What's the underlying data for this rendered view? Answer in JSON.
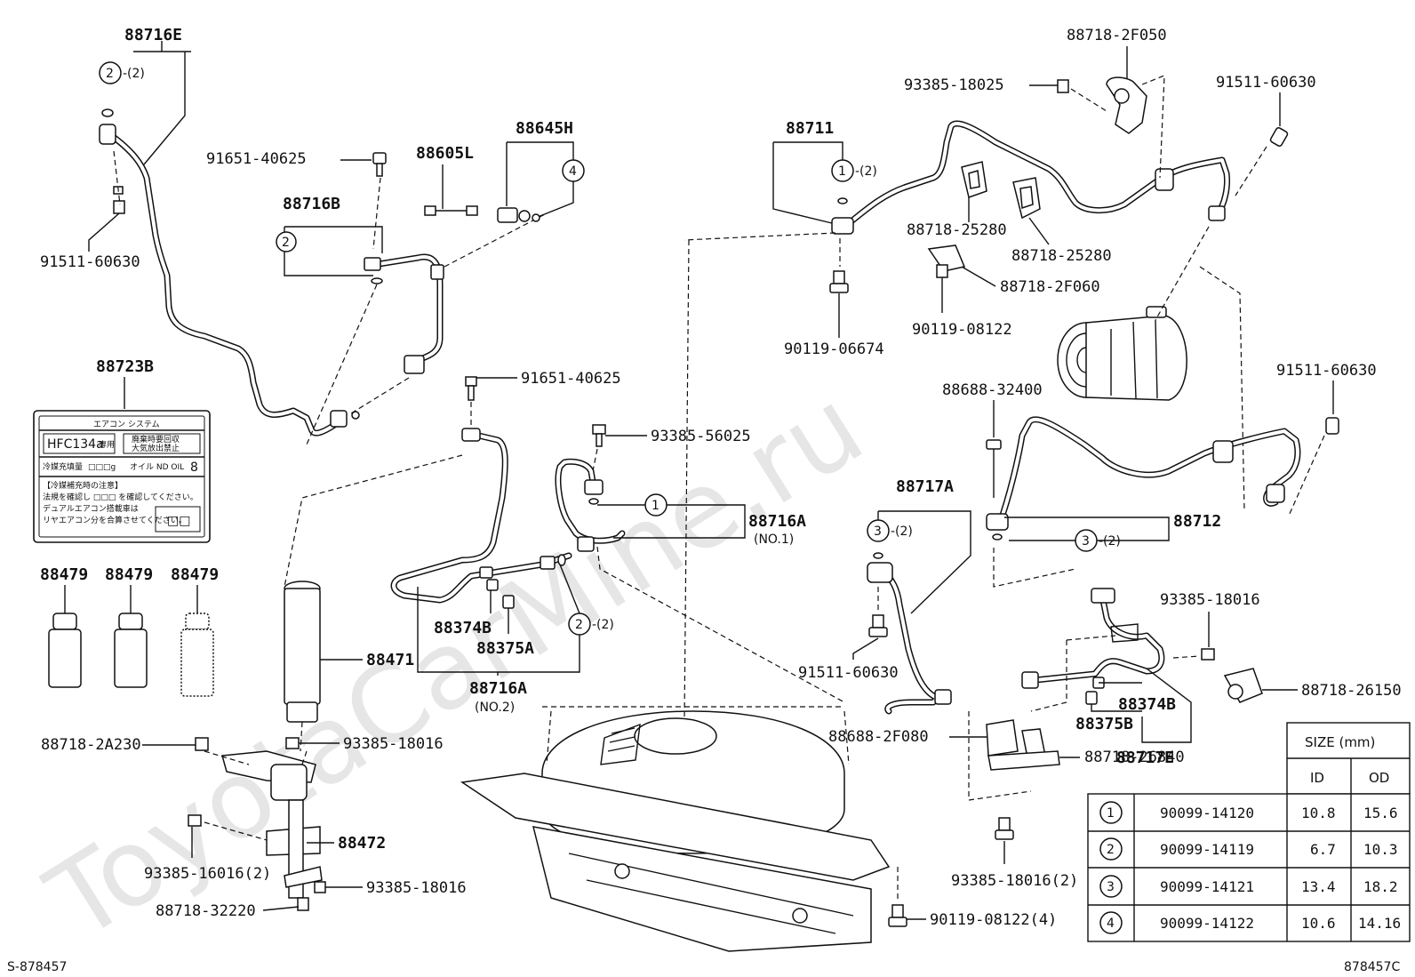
{
  "watermark": "ToyotaCarMine.ru",
  "footer": {
    "left": "S-878457",
    "right": "878457C"
  },
  "labels": {
    "p88716E": "88716E",
    "p91511_60630_a": "91511-60630",
    "p91651_40625_a": "91651-40625",
    "p88605L": "88605L",
    "p88645H": "88645H",
    "p88716B": "88716B",
    "p88723B": "88723B",
    "p91651_40625_b": "91651-40625",
    "p93385_56025": "93385-56025",
    "p88716A_1": "88716A",
    "p88716A_1_sub": "(NO.1)",
    "p88374B_a": "88374B",
    "p88375A": "88375A",
    "p88716A_2": "88716A",
    "p88716A_2_sub": "(NO.2)",
    "p88479_1": "88479",
    "p88479_2": "88479",
    "p88479_3": "88479",
    "p88471": "88471",
    "p88718_2A230": "88718-2A230",
    "p93385_18016_a": "93385-18016",
    "p88472": "88472",
    "p93385_16016": "93385-16016(2)",
    "p93385_18016_b": "93385-18016",
    "p88718_32220": "88718-32220",
    "p88711": "88711",
    "p90119_06674": "90119-06674",
    "p93385_18025": "93385-18025",
    "p88718_2F050": "88718-2F050",
    "p91511_60630_b": "91511-60630",
    "p88718_25280_a": "88718-25280",
    "p88718_25280_b": "88718-25280",
    "p88718_2F060": "88718-2F060",
    "p90119_08122": "90119-08122",
    "p88688_32400": "88688-32400",
    "p91511_60630_c": "91511-60630",
    "p88717A": "88717A",
    "p88712": "88712",
    "p91511_60630_d": "91511-60630",
    "p93385_18016_c": "93385-18016",
    "p88718_26150": "88718-26150",
    "p88374B_b": "88374B",
    "p88375B": "88375B",
    "p88717E": "88717E",
    "p88688_2F080": "88688-2F080",
    "p88718_26840": "88718-26840",
    "p93385_18016_d": "93385-18016(2)",
    "p90119_08122_4": "90119-08122(4)"
  },
  "qty": {
    "q2": "-(2)",
    "q1": "-(2)",
    "q3a": "-(2)",
    "q3b": "-(2)",
    "q2b": "-(2)"
  },
  "callouts": [
    "1",
    "2",
    "3",
    "4"
  ],
  "label_card": {
    "title": "エアコン システム",
    "refrigerant": "HFC134a",
    "refrigerant_note": "専用",
    "right_note_1": "廃棄時要回収",
    "right_note_2": "大気放出禁止",
    "charge": "冷媒充填量",
    "charge_val": "□□□g",
    "oil": "オイル ND OIL",
    "oil_val": "8",
    "warn_1": "【冷媒補充時の注意】",
    "warn_2": "法規を確認し □□□ を確認してください。",
    "warn_3": "デュアルエアコン搭載車は",
    "warn_4": "リヤエアコン分を合算させてください。",
    "box": "□□"
  },
  "size_table": {
    "header": "SIZE (mm)",
    "col_id": "ID",
    "col_od": "OD",
    "rows": [
      {
        "n": "1",
        "part": "90099-14120",
        "id": "10.8",
        "od": "15.6"
      },
      {
        "n": "2",
        "part": "90099-14119",
        "id": "6.7",
        "od": "10.3"
      },
      {
        "n": "3",
        "part": "90099-14121",
        "id": "13.4",
        "od": "18.2"
      },
      {
        "n": "4",
        "part": "90099-14122",
        "id": "10.6",
        "od": "14.16"
      }
    ]
  }
}
